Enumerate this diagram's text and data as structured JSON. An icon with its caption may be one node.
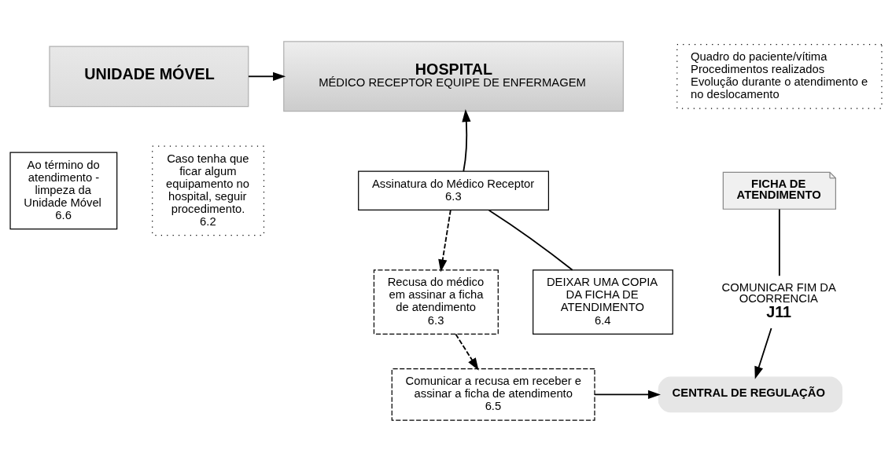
{
  "diagram": {
    "nodes": [
      {
        "text": [
          "UNIDADE MÓVEL"
        ]
      },
      {
        "text": [
          "Quadro do paciente/vítima",
          "Procedimentos realizados",
          "Evolução durante o atendimento e no deslocamento"
        ]
      },
      {
        "text": [
          "HOSPITAL",
          "MÉDICO RECEPTOR EQUIPE DE ENFERMAGEM"
        ]
      },
      {
        "text": [
          "Ao término do atendimento - limpeza da Unidade Móvel",
          "6.6"
        ]
      },
      {
        "text": [
          "Caso tenha que ficar algum equipamento no hospital, seguir procedimento.",
          "6.2"
        ]
      },
      {
        "text": [
          "FICHA DE ATENDIMENTO"
        ]
      },
      {
        "text": [
          "COMUNICAR FIM DA OCORRENCIA",
          "J11"
        ]
      },
      {
        "text": [
          "Assinatura do Médico Receptor",
          "6.3"
        ]
      },
      {
        "text": [
          "Recusa do médico em assinar a ficha de atendimento",
          "6.3"
        ]
      },
      {
        "text": [
          "DEIXAR UMA COPIA DA FICHA DE ATENDIMENTO",
          "6.4"
        ]
      },
      {
        "text": [
          "CENTRAL DE REGULAÇÃO"
        ]
      },
      {
        "text": [
          "Comunicar a recusa em receber e assinar a ficha de atendimento",
          "6.5"
        ]
      }
    ],
    "edges": [
      {
        "from": 0,
        "to": 2,
        "arrow": "to"
      },
      {
        "from": 9,
        "to": 7,
        "arrow": "none"
      },
      {
        "from": 7,
        "to": 2,
        "arrow": "to"
      },
      {
        "from": 7,
        "to": 8,
        "arrow": "to",
        "style": "dashed"
      },
      {
        "from": 5,
        "to": 6,
        "arrow": "none"
      },
      {
        "from": 6,
        "to": 10,
        "arrow": "to"
      },
      {
        "from": 8,
        "to": 11,
        "arrow": "to",
        "style": "dashed"
      },
      {
        "from": 11,
        "to": 10,
        "arrow": "to"
      }
    ]
  }
}
